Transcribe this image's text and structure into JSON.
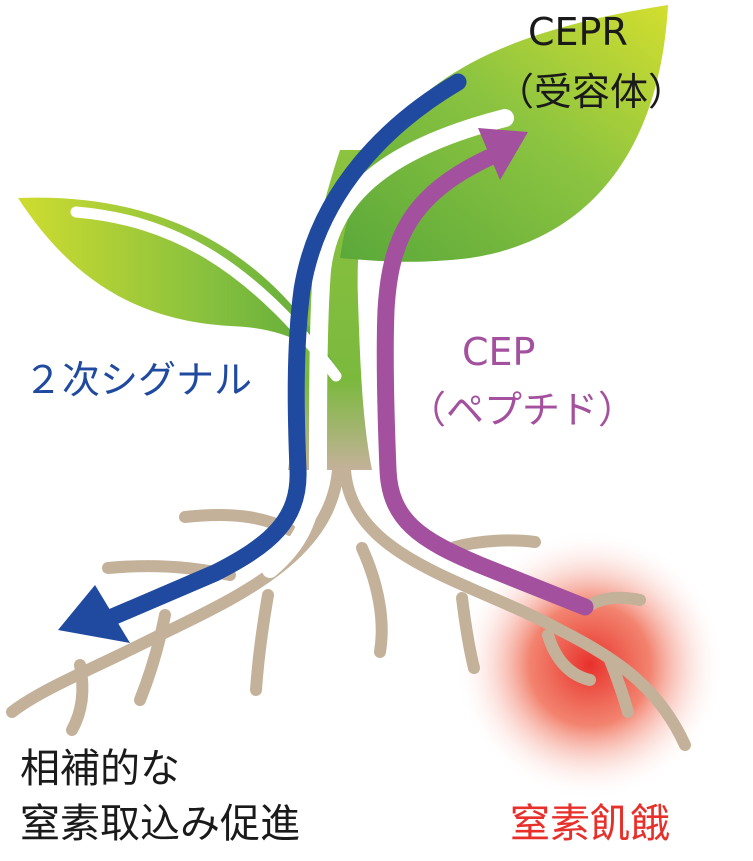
{
  "labels": {
    "receptor_line1": "CEPR",
    "receptor_line2": "（受容体）",
    "secondary_signal": "２次シグナル",
    "peptide_line1": "CEP",
    "peptide_line2": "（ペプチド）",
    "complementary_line1": "相補的な",
    "complementary_line2": "窒素取込み促進",
    "nitrogen_starvation": "窒素飢餓"
  },
  "colors": {
    "secondary_signal": "#1f4aa0",
    "peptide": "#a3509e",
    "nitrogen_starvation": "#e8302b",
    "root": "#c4b19a",
    "leaf_green": "#7cbb3a",
    "leaf_yellow": "#c7d834",
    "text": "#1a1a1a"
  }
}
